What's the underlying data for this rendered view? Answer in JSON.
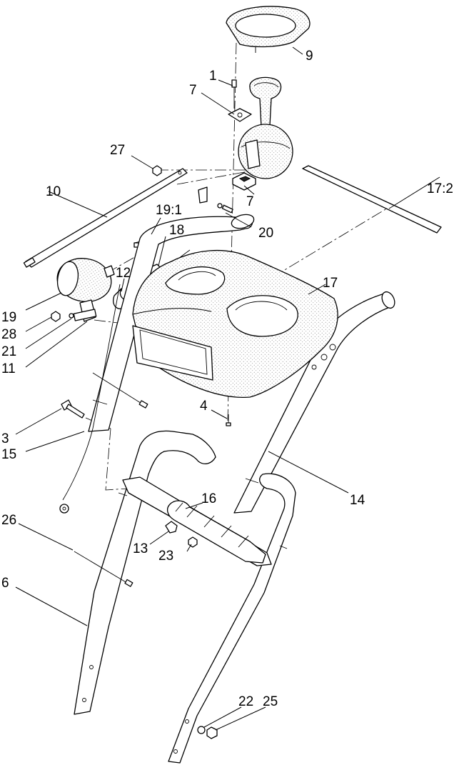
{
  "callouts": [
    {
      "id": "c1",
      "label": "1"
    },
    {
      "id": "c7a",
      "label": "7"
    },
    {
      "id": "c9",
      "label": "9"
    },
    {
      "id": "c27",
      "label": "27"
    },
    {
      "id": "c17_2",
      "label": "17:2"
    },
    {
      "id": "c10",
      "label": "10"
    },
    {
      "id": "c19_1",
      "label": "19:1"
    },
    {
      "id": "c7b",
      "label": "7"
    },
    {
      "id": "c18",
      "label": "18"
    },
    {
      "id": "c20",
      "label": "20"
    },
    {
      "id": "c12",
      "label": "12"
    },
    {
      "id": "c17",
      "label": "17"
    },
    {
      "id": "c19",
      "label": "19"
    },
    {
      "id": "c28",
      "label": "28"
    },
    {
      "id": "c21",
      "label": "21"
    },
    {
      "id": "c11",
      "label": "11"
    },
    {
      "id": "c4",
      "label": "4"
    },
    {
      "id": "c3",
      "label": "3"
    },
    {
      "id": "c15",
      "label": "15"
    },
    {
      "id": "c14",
      "label": "14"
    },
    {
      "id": "c16",
      "label": "16"
    },
    {
      "id": "c26",
      "label": "26"
    },
    {
      "id": "c13",
      "label": "13"
    },
    {
      "id": "c23",
      "label": "23"
    },
    {
      "id": "c6",
      "label": "6"
    },
    {
      "id": "c22",
      "label": "22"
    },
    {
      "id": "c25",
      "label": "25"
    }
  ]
}
